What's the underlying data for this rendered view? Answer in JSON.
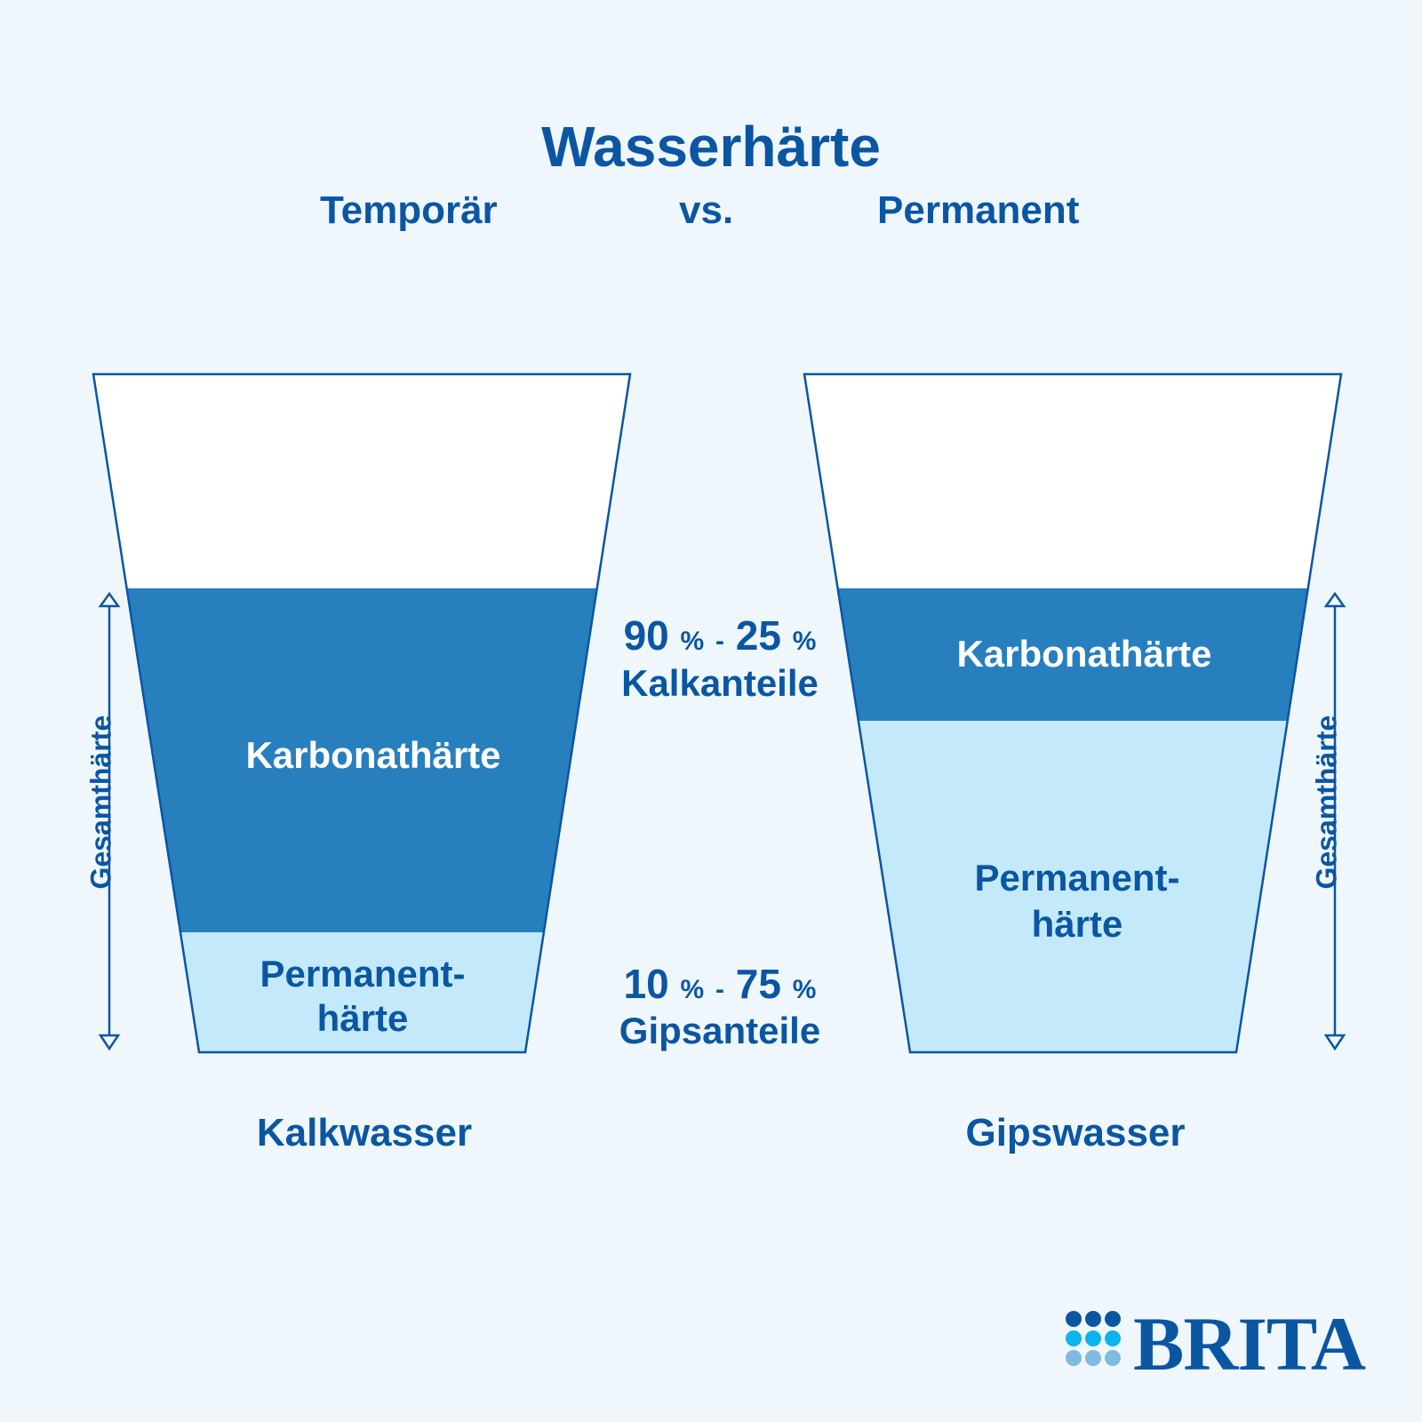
{
  "header": {
    "title": "Wasserhärte",
    "left_label": "Temporär",
    "vs_label": "vs.",
    "right_label": "Permanent"
  },
  "left_glass": {
    "caption": "Kalkwasser",
    "top_label": "Karbonathärte",
    "bottom_label_line1": "Permanent-",
    "bottom_label_line2": "härte",
    "axis_label": "Gesamthärte"
  },
  "right_glass": {
    "caption": "Gipswasser",
    "top_label": "Karbonathärte",
    "bottom_label_line1": "Permanent-",
    "bottom_label_line2": "härte",
    "axis_label": "Gesamthärte"
  },
  "middle": {
    "kalk_from": "90",
    "kalk_to": "25",
    "percent": "%",
    "dash": "-",
    "kalk_label": "Kalkanteile",
    "gips_from": "10",
    "gips_to": "75",
    "gips_label": "Gipsanteile"
  },
  "logo": {
    "text": "BRITA"
  },
  "colors": {
    "background": "#eff7fd",
    "text": "#0b56a3",
    "karbonat_fill": "#277fbe",
    "permanent_fill": "#c3e9fa",
    "glass_outline": "#0b56a3",
    "logo_dot_dark": "#0b56a3",
    "logo_dot_mid": "#0db3ec",
    "logo_dot_light": "#7fbbe0"
  }
}
